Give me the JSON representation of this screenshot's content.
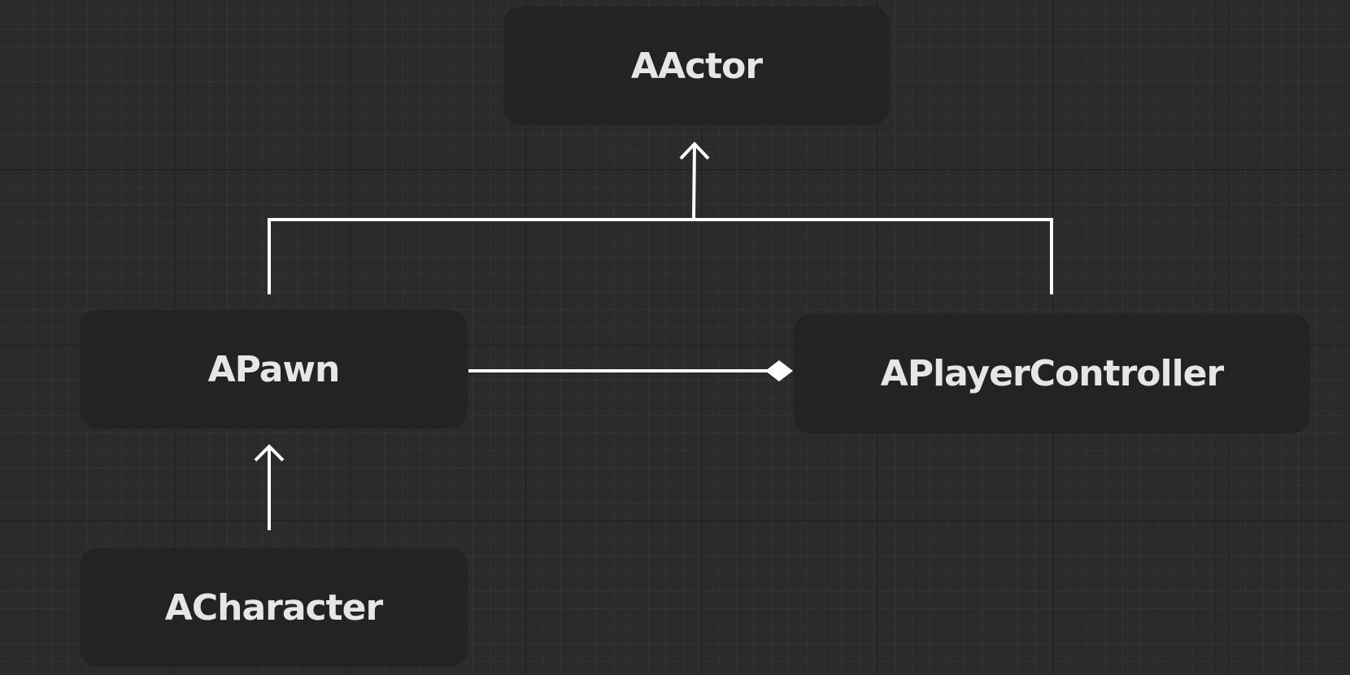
{
  "diagram": {
    "nodes": {
      "aactor": "AActor",
      "apawn": "APawn",
      "aplayercontroller": "APlayerController",
      "acharacter": "ACharacter"
    },
    "edges": [
      {
        "from": "APawn",
        "to": "AActor",
        "kind": "inheritance"
      },
      {
        "from": "APlayerController",
        "to": "AActor",
        "kind": "inheritance"
      },
      {
        "from": "ACharacter",
        "to": "APawn",
        "kind": "inheritance"
      },
      {
        "from": "APawn",
        "to": "APlayerController",
        "kind": "composition"
      }
    ],
    "colors": {
      "background": "#2b2b2b",
      "node_fill": "#232323",
      "node_text": "#e6e6e6",
      "edge": "#ffffff"
    }
  }
}
